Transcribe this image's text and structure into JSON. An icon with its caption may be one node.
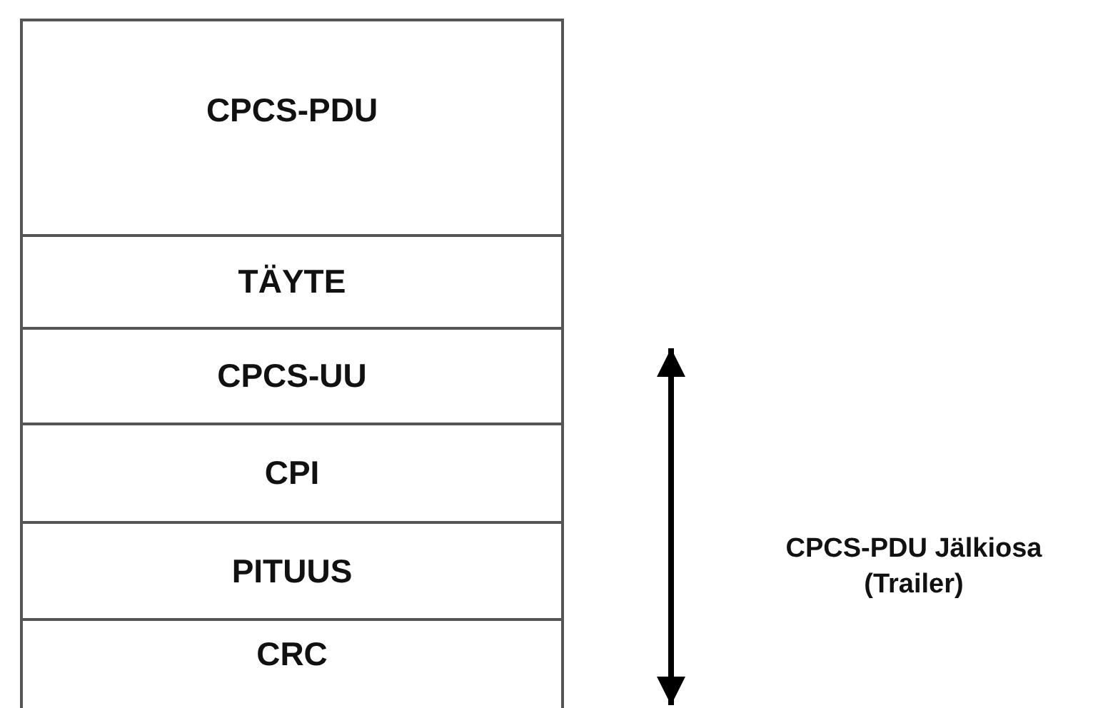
{
  "diagram": {
    "nodes": [
      {
        "text": [
          "CPCS-PDU"
        ]
      },
      {
        "text": [
          "TÄYTE"
        ]
      },
      {
        "text": [
          "CPCS-UU"
        ]
      },
      {
        "text": [
          "CPI"
        ]
      },
      {
        "text": [
          "PITUUS"
        ]
      },
      {
        "text": [
          "CRC"
        ]
      }
    ],
    "labels": [
      "CPCS-PDU Jälkiosa (Trailer)"
    ]
  }
}
